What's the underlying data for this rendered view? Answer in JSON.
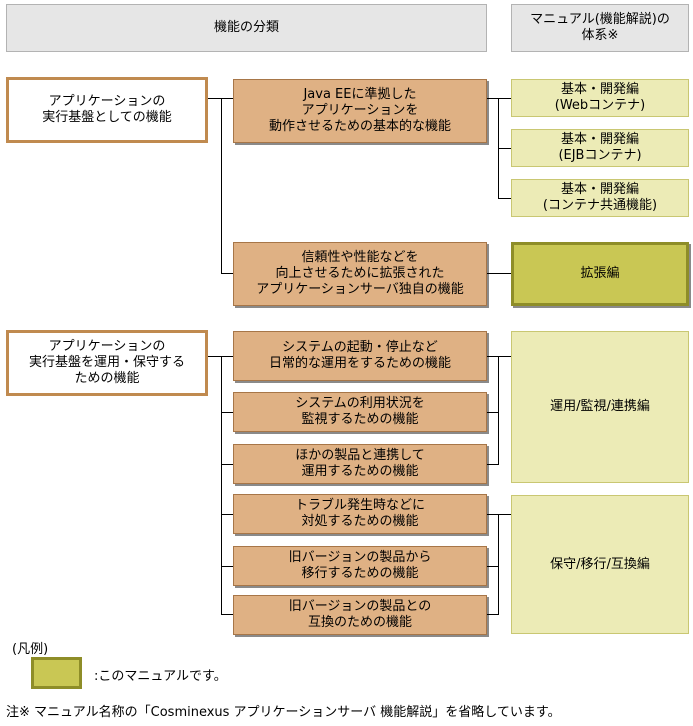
{
  "header": {
    "function_category": "機能の分類",
    "manual_system": "マニュアル(機能解説)の\n体系※"
  },
  "categories": [
    {
      "label": "アプリケーションの\n実行基盤としての機能"
    },
    {
      "label": "アプリケーションの\n実行基盤を運用・保守する\nための機能"
    }
  ],
  "functions": [
    {
      "label": "Java EEに準拠した\nアプリケーションを\n動作させるための基本的な機能"
    },
    {
      "label": "信頼性や性能などを\n向上させるために拡張された\nアプリケーションサーバ独自の機能"
    },
    {
      "label": "システムの起動・停止など\n日常的な運用をするための機能"
    },
    {
      "label": "システムの利用状況を\n監視するための機能"
    },
    {
      "label": "ほかの製品と連携して\n運用するための機能"
    },
    {
      "label": "トラブル発生時などに\n対処するための機能"
    },
    {
      "label": "旧バージョンの製品から\n移行するための機能"
    },
    {
      "label": "旧バージョンの製品との\n互換のための機能"
    }
  ],
  "manuals": [
    {
      "label": "基本・開発編\n(Webコンテナ)"
    },
    {
      "label": "基本・開発編\n(EJBコンテナ)"
    },
    {
      "label": "基本・開発編\n(コンテナ共通機能)"
    },
    {
      "label": "拡張編"
    },
    {
      "label": "運用/監視/連携編"
    },
    {
      "label": "保守/移行/互換編"
    }
  ],
  "legend": {
    "title": "(凡例)",
    "description": ":このマニュアルです。"
  },
  "footnote": "注※ マニュアル名称の「Cosminexus アプリケーションサーバ 機能解説」を省略しています。",
  "colors": {
    "category_border": "#c08a4f",
    "function_fill": "#dfb184",
    "manual_fill": "#ecebb6",
    "this_manual_fill": "#c9c754"
  }
}
